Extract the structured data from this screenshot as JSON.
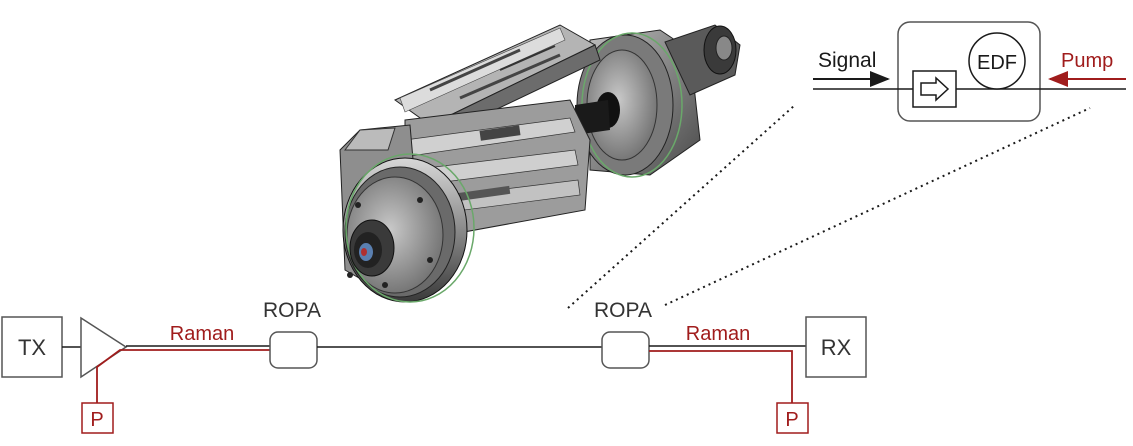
{
  "labels": {
    "tx": "TX",
    "rx": "RX",
    "ropa_left": "ROPA",
    "ropa_right": "ROPA",
    "raman_left": "Raman",
    "raman_right": "Raman",
    "pump_left": "P",
    "pump_right": "P"
  },
  "inset": {
    "signal": "Signal",
    "pump": "Pump",
    "edf": "EDF",
    "isolator_icon": "isolator-arrow-icon"
  },
  "housing_image": {
    "icon": "ropa-housing-icon"
  },
  "colors": {
    "black": "#1a1a1a",
    "red": "#a01c1c",
    "box_stroke": "#555555",
    "gray_text": "#333333"
  }
}
